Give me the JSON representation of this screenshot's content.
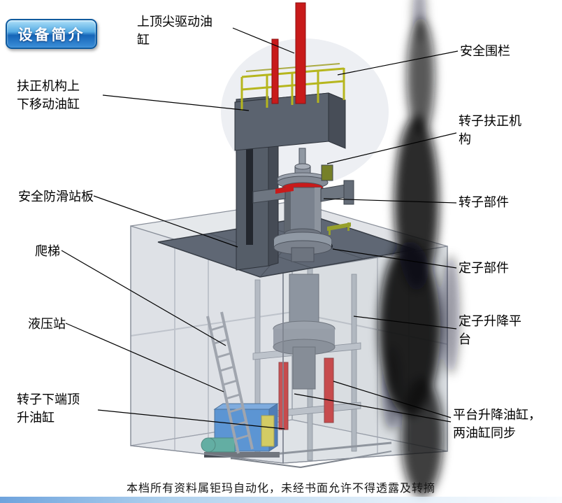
{
  "badge": {
    "label": "设备简介"
  },
  "callouts": [
    {
      "id": "top-drive-cylinder",
      "text": "上顶尖驱动油\n缸"
    },
    {
      "id": "safety-fence",
      "text": "安全围栏"
    },
    {
      "id": "centering-lift-cylinder",
      "text": "扶正机构上\n下移动油缸"
    },
    {
      "id": "rotor-centering-mechanism",
      "text": "转子扶正机\n构"
    },
    {
      "id": "anti-slip-platform",
      "text": "安全防滑站板"
    },
    {
      "id": "rotor-part",
      "text": "转子部件"
    },
    {
      "id": "ladder",
      "text": "爬梯"
    },
    {
      "id": "stator-part",
      "text": "定子部件"
    },
    {
      "id": "hydraulic-station",
      "text": "液压站"
    },
    {
      "id": "stator-lift-platform",
      "text": "定子升降平\n台"
    },
    {
      "id": "rotor-bottom-jack-cylinder",
      "text": "转子下端顶\n升油缸"
    },
    {
      "id": "platform-lift-cylinders",
      "text": "平台升降油缸，\n两油缸同步"
    }
  ],
  "footer": {
    "text": "本档所有资料属钜玛自动化，未经书面允许不得透露及转摘"
  },
  "colors": {
    "badge-blue": "#1e6fc0",
    "badge-blue-light": "#9fd8f4",
    "cylinder-red": "#c81a1a",
    "machine-gray": "#5b636f",
    "enclosure-gray": "#ccd1d8",
    "railing-yellow": "#b6b61e",
    "hydraulic-blue": "#2b7cd0",
    "label-text": "#000000"
  }
}
